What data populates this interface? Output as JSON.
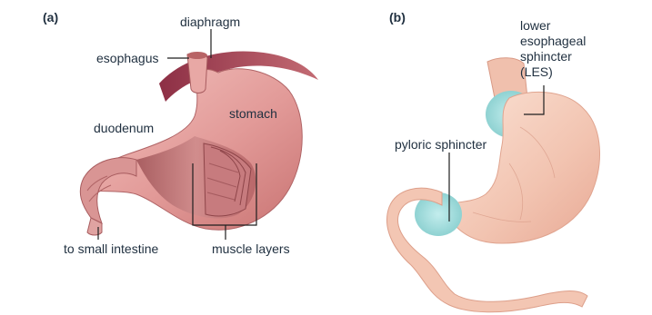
{
  "panels": [
    {
      "id": "a",
      "letter": "(a)"
    },
    {
      "id": "b",
      "letter": "(b)"
    }
  ],
  "labels": {
    "a": {
      "diaphragm": "diaphragm",
      "esophagus": "esophagus",
      "stomach": "stomach",
      "duodenum": "duodenum",
      "to_small_intestine": "to small intestine",
      "muscle_layers": "muscle layers"
    },
    "b": {
      "les_line1": "lower",
      "les_line2": "esophageal",
      "les_line3": "sphincter",
      "les_line4": "(LES)",
      "pyloric_sphincter": "pyloric sphincter"
    }
  },
  "colors": {
    "stomach_outer": "#e7a3a3",
    "stomach_inner": "#c97a7a",
    "muscle": "#b85d60",
    "diaphragm": "#9e3a4a",
    "sphincter_highlight": "#9fd9d9",
    "stomach_b": "#f4cfbf"
  }
}
